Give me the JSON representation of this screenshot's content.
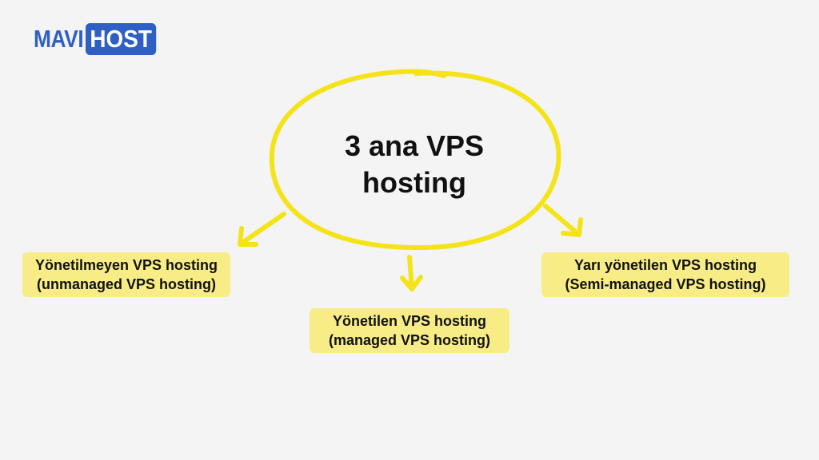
{
  "logo": {
    "part1": "MAVI",
    "part2": "HOST"
  },
  "center": {
    "line1": "3 ana VPS",
    "line2": "hosting"
  },
  "branches": [
    {
      "line1": "Yönetilmeyen VPS hosting",
      "line2": "(unmanaged VPS hosting)"
    },
    {
      "line1": "Yönetilen VPS hosting",
      "line2": "(managed VPS hosting)"
    },
    {
      "line1": "Yarı yönetilen VPS hosting",
      "line2": "(Semi-managed VPS hosting)"
    }
  ],
  "colors": {
    "accent": "#f5e31a",
    "label_bg": "#f7ec86",
    "brand": "#2f5fc4"
  }
}
